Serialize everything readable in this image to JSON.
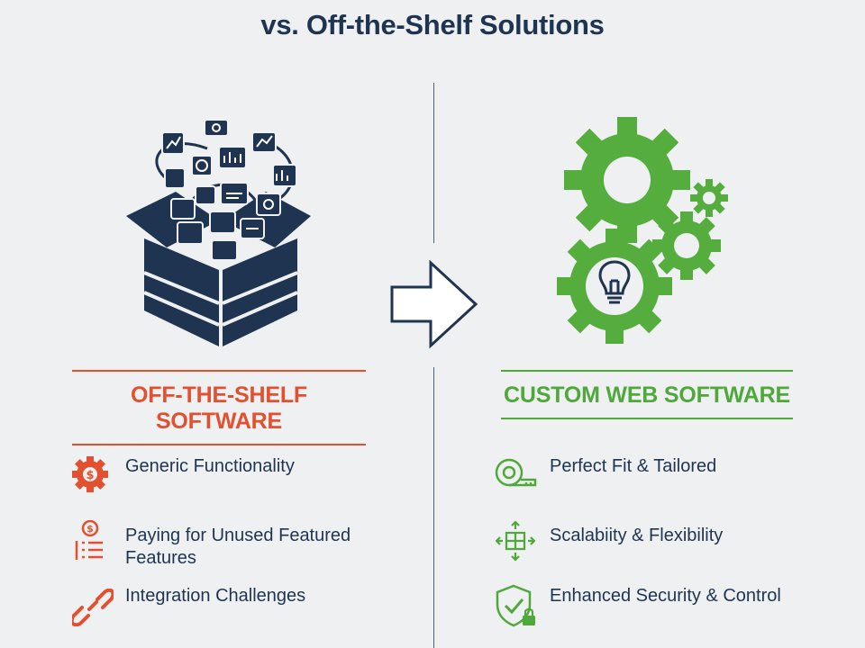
{
  "title": "vs. Off-the-Shelf Solutions",
  "left": {
    "heading": "OFF-THE-SHELF SOFTWARE",
    "color": "#e2502f",
    "illustration": "open-box-with-app-icons",
    "items": [
      {
        "icon": "gear-dollar-icon",
        "label": "Generic Functionality"
      },
      {
        "icon": "price-list-icon",
        "label": "Paying for Unused Featured\nFeatures"
      },
      {
        "icon": "broken-chain-icon",
        "label": "Integration Challenges"
      }
    ]
  },
  "arrow": "right-arrow-icon",
  "right": {
    "heading": "CUSTOM WEB SOFTWARE",
    "color": "#4ea83a",
    "illustration": "gears-with-lightbulb",
    "items": [
      {
        "icon": "measuring-tape-icon",
        "label": "Perfect Fit & Tailored"
      },
      {
        "icon": "scale-grid-icon",
        "label": "Scalabiity & Flexibility"
      },
      {
        "icon": "shield-lock-icon",
        "label": "Enhanced Security & Control"
      }
    ]
  }
}
